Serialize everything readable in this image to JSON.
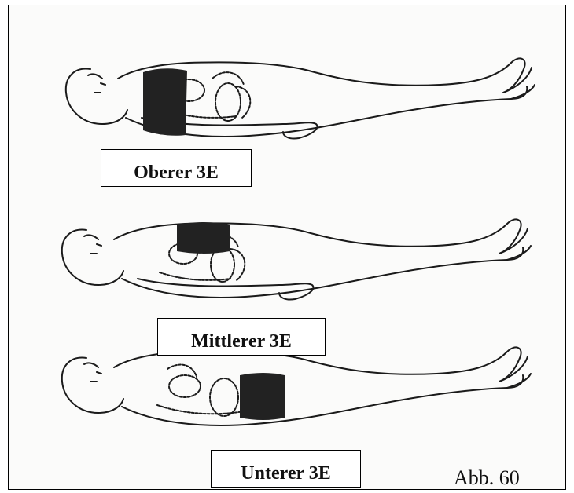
{
  "figure": {
    "caption": "Abb. 60",
    "colors": {
      "line": "#1a1a1a",
      "shade": "#222222",
      "paper": "#fbfbfa"
    },
    "panels": [
      {
        "label": "Oberer 3E",
        "shaded_region": "upper torso"
      },
      {
        "label": "Mittlerer 3E",
        "shaded_region": "middle torso"
      },
      {
        "label": "Unterer 3E",
        "shaded_region": "lower torso"
      }
    ]
  }
}
